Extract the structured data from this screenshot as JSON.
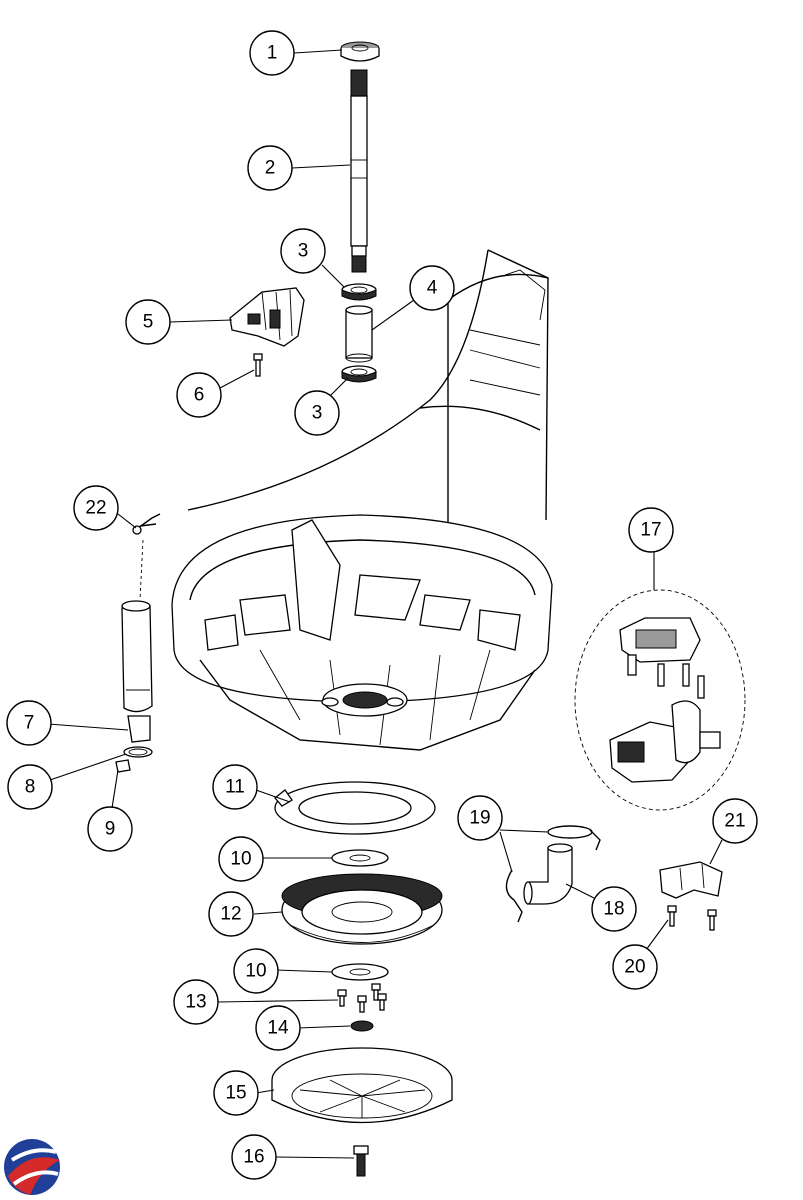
{
  "diagram": {
    "callouts": [
      {
        "label": "1"
      },
      {
        "label": "2"
      },
      {
        "label": "3"
      },
      {
        "label": "4"
      },
      {
        "label": "5"
      },
      {
        "label": "6"
      },
      {
        "label": "3"
      },
      {
        "label": "7"
      },
      {
        "label": "8"
      },
      {
        "label": "9"
      },
      {
        "label": "22"
      },
      {
        "label": "17"
      },
      {
        "label": "11"
      },
      {
        "label": "10"
      },
      {
        "label": "12"
      },
      {
        "label": "10"
      },
      {
        "label": "13"
      },
      {
        "label": "14"
      },
      {
        "label": "15"
      },
      {
        "label": "16"
      },
      {
        "label": "19"
      },
      {
        "label": "18"
      },
      {
        "label": "21"
      },
      {
        "label": "20"
      }
    ]
  },
  "logo": {
    "name": "brand-logo",
    "colors": [
      "#1f3f99",
      "#d42a2a"
    ]
  }
}
